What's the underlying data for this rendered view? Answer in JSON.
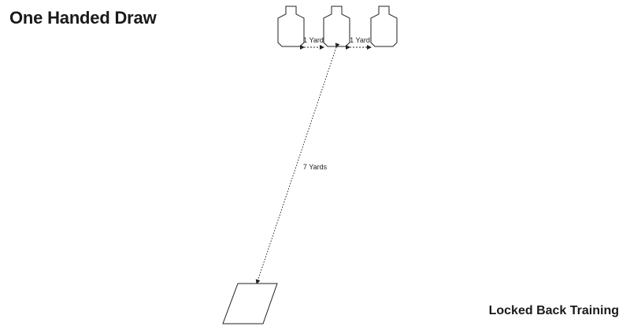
{
  "title": "One Handed Draw",
  "brand": "Locked Back Training",
  "diagram": {
    "targets": [
      {
        "name": "target-left"
      },
      {
        "name": "target-center"
      },
      {
        "name": "target-right"
      }
    ],
    "spacing_labels": [
      "1 Yard",
      "1 Yard"
    ],
    "distance_label": "7 Yards",
    "colors": {
      "stroke": "#222222",
      "text": "#1a1a1a",
      "background": "#ffffff"
    }
  }
}
